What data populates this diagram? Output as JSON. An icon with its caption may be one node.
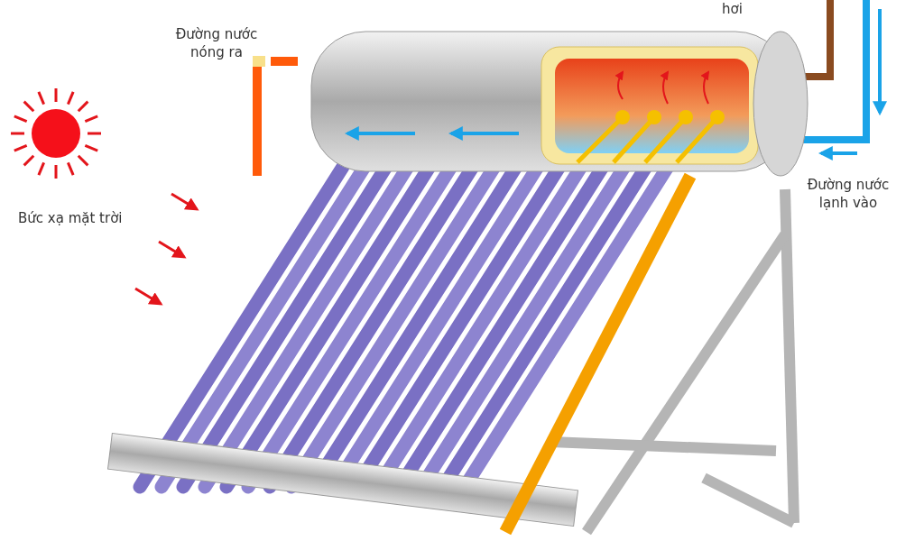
{
  "diagram": {
    "labels": [
      "hơi",
      "Đường nước nóng ra",
      "Bức xạ mặt trời",
      "Đường nước lạnh vào"
    ]
  }
}
